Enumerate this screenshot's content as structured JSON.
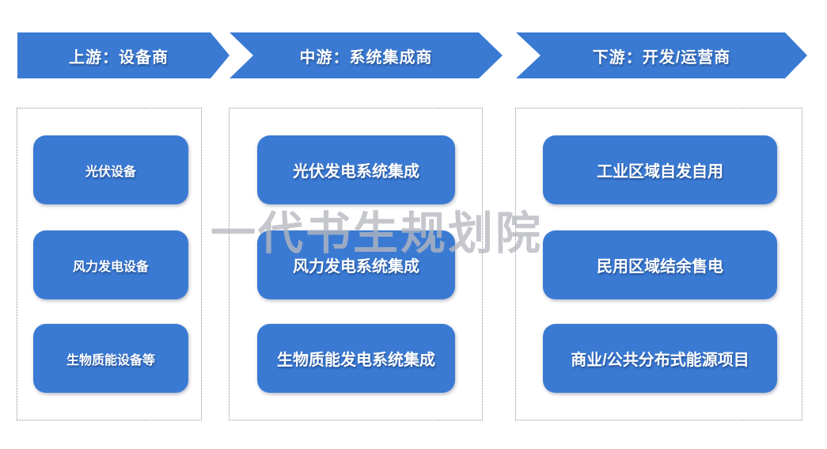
{
  "watermark": "一代书生规划院",
  "colors": {
    "primary_blue": "#3a7ad3",
    "watermark_gray": "#b6b8bf",
    "column_border_gray": "#8a8a8a",
    "text_white": "#ffffff"
  },
  "chain": {
    "stages": [
      {
        "header": "上游：设备商",
        "items": [
          "光伏设备",
          "风力发电设备",
          "生物质能设备等"
        ]
      },
      {
        "header": "中游：系统集成商",
        "items": [
          "光伏发电系统集成",
          "风力发电系统集成",
          "生物质能发电系统集成"
        ]
      },
      {
        "header": "下游：开发/运营商",
        "items": [
          "工业区域自发自用",
          "民用区域结余售电",
          "商业/公共分布式能源项目"
        ]
      }
    ]
  }
}
